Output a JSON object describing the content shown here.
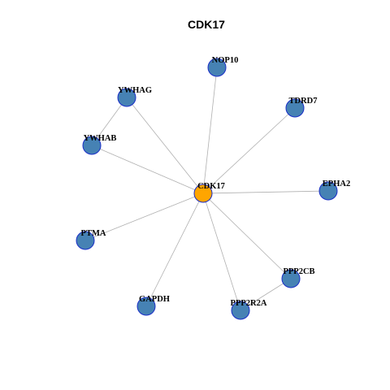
{
  "title": "CDK17",
  "colors": {
    "hub_fill": "#FFA500",
    "node_fill": "#4682B4",
    "node_stroke": "#1A2EC8",
    "hub_stroke": "#1A2EC8",
    "edge": "#B0B0B0"
  },
  "nodes": [
    {
      "id": "CDK17",
      "label": "CDK17",
      "role": "hub"
    },
    {
      "id": "NOP10",
      "label": "NOP10",
      "role": "neighbor"
    },
    {
      "id": "YWHAG",
      "label": "YWHAG",
      "role": "neighbor"
    },
    {
      "id": "TDRD7",
      "label": "TDRD7",
      "role": "neighbor"
    },
    {
      "id": "YWHAB",
      "label": "YWHAB",
      "role": "neighbor"
    },
    {
      "id": "EPHA2",
      "label": "EPHA2",
      "role": "neighbor"
    },
    {
      "id": "PTMA",
      "label": "PTMA",
      "role": "neighbor"
    },
    {
      "id": "PPP2CB",
      "label": "PPP2CB",
      "role": "neighbor"
    },
    {
      "id": "GAPDH",
      "label": "GAPDH",
      "role": "neighbor"
    },
    {
      "id": "PPP2R2A",
      "label": "PPP2R2A",
      "role": "neighbor"
    }
  ],
  "edges": [
    [
      "CDK17",
      "NOP10"
    ],
    [
      "CDK17",
      "YWHAG"
    ],
    [
      "CDK17",
      "TDRD7"
    ],
    [
      "CDK17",
      "YWHAB"
    ],
    [
      "CDK17",
      "EPHA2"
    ],
    [
      "CDK17",
      "PTMA"
    ],
    [
      "CDK17",
      "PPP2CB"
    ],
    [
      "CDK17",
      "GAPDH"
    ],
    [
      "CDK17",
      "PPP2R2A"
    ],
    [
      "YWHAG",
      "YWHAB"
    ],
    [
      "PPP2CB",
      "PPP2R2A"
    ]
  ]
}
